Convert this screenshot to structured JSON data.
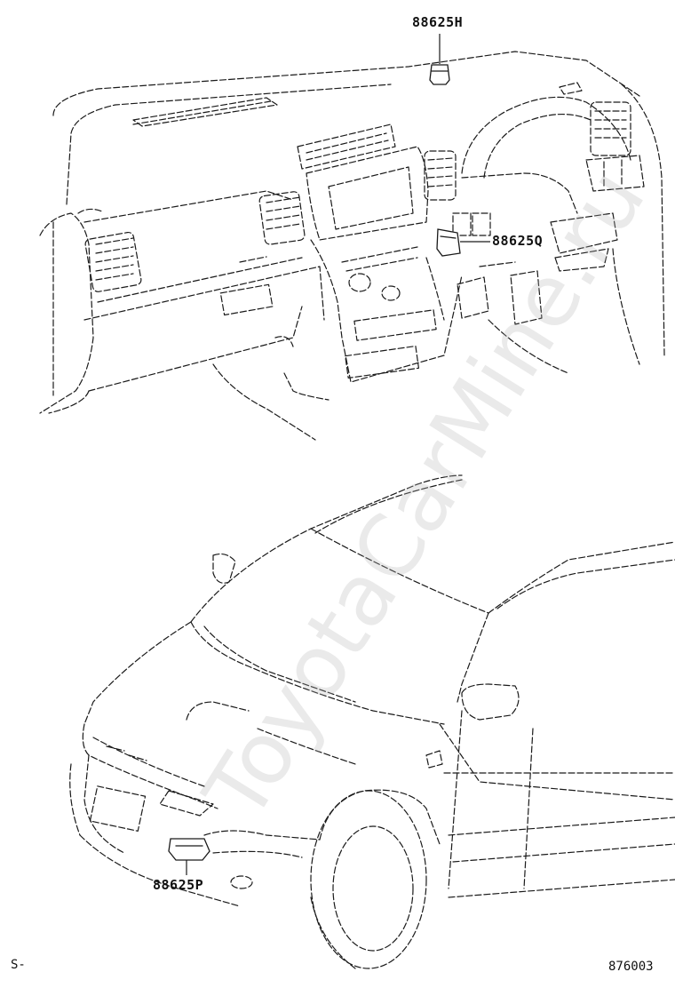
{
  "parts": {
    "part_h": "88625H",
    "part_q": "88625Q",
    "part_p": "88625P"
  },
  "footer": {
    "left_code": "S-",
    "diagram_number": "876003"
  },
  "watermark": "ToyotaCarMine.ru"
}
